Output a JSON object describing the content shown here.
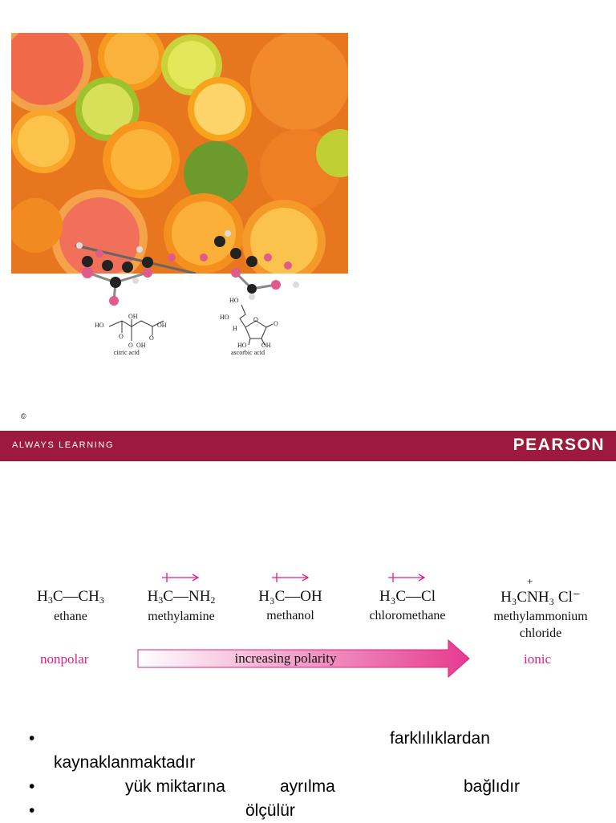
{
  "slide1": {
    "structures": {
      "citric_acid": {
        "name": "citric acid",
        "labels": [
          "HO",
          "OH",
          "OH",
          "O",
          "O",
          "OH",
          "O"
        ]
      },
      "ascorbic_acid": {
        "name": "ascorbic acid",
        "labels": [
          "HO",
          "HO",
          "H",
          "O",
          "O",
          "HO",
          "OH"
        ]
      }
    },
    "copyright": "©",
    "footer": {
      "left": "ALWAYS LEARNING",
      "right": "PEARSON",
      "color": "#9e1a3c"
    }
  },
  "slide2": {
    "molecules": [
      {
        "formula_parts": [
          "H",
          "3",
          "C—CH",
          "3"
        ],
        "name": "ethane"
      },
      {
        "formula_parts": [
          "H",
          "3",
          "C—NH",
          "2"
        ],
        "name": "methylamine"
      },
      {
        "formula": "H₃C—OH",
        "name": "methanol"
      },
      {
        "formula": "H₃C—Cl",
        "name": "chloromethane"
      },
      {
        "formula": "H₃CNH₃  Cl⁻",
        "charge": "+",
        "name_line1": "methylammonium",
        "name_line2": "chloride"
      }
    ],
    "labels": {
      "nonpolar": "nonpolar",
      "ionic": "ionic",
      "arrow_text": "increasing polarity"
    },
    "accent_color": "#d9237f",
    "bullets": [
      {
        "dot": "•",
        "segments": [
          "farklılıklardan"
        ],
        "continuation": "kaynaklanmaktadır"
      },
      {
        "dot": "•",
        "segments": [
          "yük miktarına",
          "ayrılma",
          "bağlıdır"
        ]
      },
      {
        "dot": "•",
        "segments": [
          "ölçülür"
        ]
      }
    ]
  }
}
